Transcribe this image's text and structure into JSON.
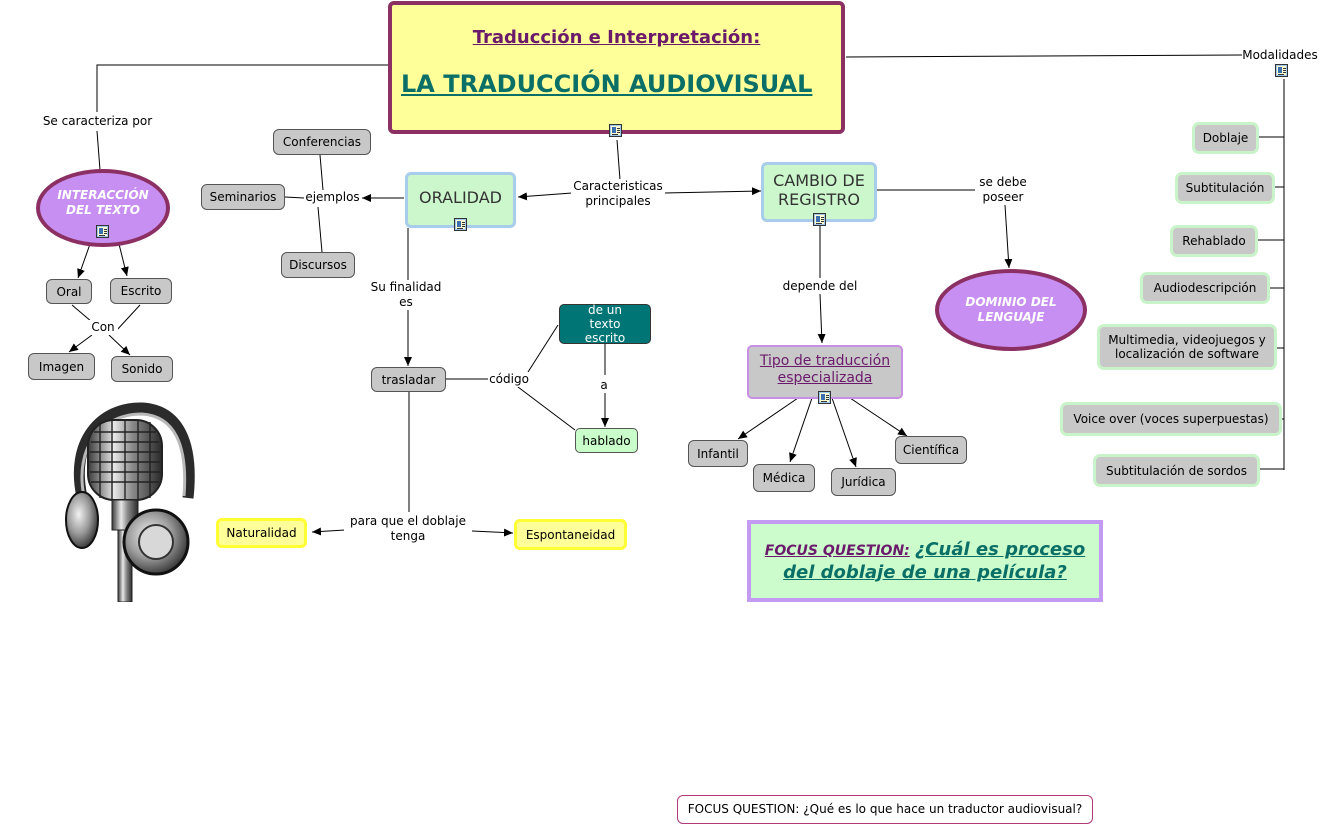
{
  "main_node": {
    "subtitle": "Traducción e Interpretación:",
    "title": "LA TRADUCCIÓN AUDIOVISUAL"
  },
  "left": {
    "characterized_by": "Se caracteriza por",
    "interaccion": "INTERACCIÓN DEL TEXTO",
    "oral": "Oral",
    "escrito": "Escrito",
    "con": "Con",
    "imagen": "Imagen",
    "sonido": "Sonido"
  },
  "oralidad": {
    "title": "ORALIDAD",
    "ejemplos": "ejemplos",
    "conferencias": "Conferencias",
    "seminarios": "Seminarios",
    "discursos": "Discursos",
    "purpose": "Su finalidad es",
    "trasladar": "trasladar",
    "codigo": "código",
    "texto_escrito": "de un texto escrito",
    "a": "a",
    "hablado": "hablado",
    "para_que": "para que el  doblaje tenga",
    "naturalidad": "Naturalidad",
    "espontaneidad": "Espontaneidad"
  },
  "caracteristicas": "Caracteristicas principales",
  "registro": {
    "title": "CAMBIO DE REGISTRO",
    "se_debe": "se debe poseer",
    "dominio": "DOMINIO DEL LENGUAJE",
    "depende": "depende del",
    "tipo": "Tipo de traducción especializada",
    "infantil": "Infantil",
    "medica": "Médica",
    "juridica": "Jurídica",
    "cientifica": "Científica"
  },
  "modalidades": {
    "label": "Modalidades",
    "items": [
      "Doblaje",
      "Subtitulación",
      "Rehablado",
      "Audiodescripción",
      "Multimedia, videojuegos y localización de software",
      "Voice over (voces superpuestas)",
      "Subtitulación de sordos"
    ]
  },
  "focus": {
    "prefix": "FOCUS QUESTION:",
    "question": "¿Cuál es proceso del doblaje de una película?",
    "footer": "FOCUS QUESTION: ¿Qué es lo que hace un traductor audiovisual?"
  },
  "colors": {
    "ellipse_fill": "#c78ff1",
    "ellipse_border": "#8c2f63",
    "title_purple": "#6b1a6b",
    "title_teal": "#0a6f66"
  }
}
